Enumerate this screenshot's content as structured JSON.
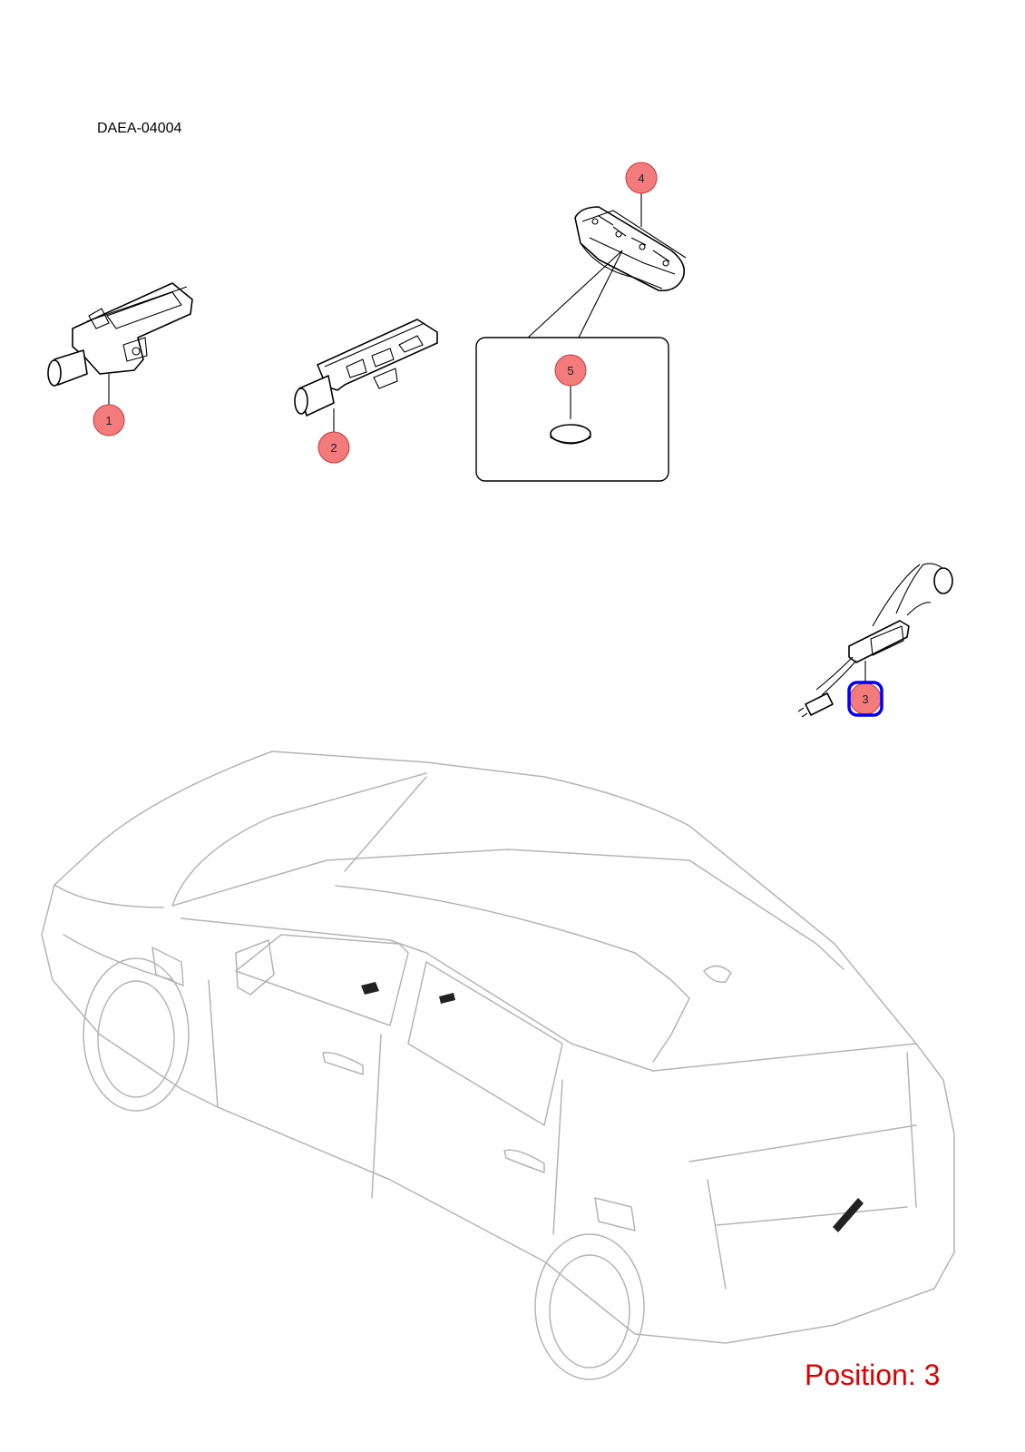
{
  "diagram": {
    "code": "DAEA-04004",
    "position_label": "Position: 3",
    "selected_callout": "3",
    "callouts": [
      "1",
      "2",
      "3",
      "4",
      "5"
    ],
    "colors": {
      "callout_fill": "#f47b7b",
      "callout_stroke": "#c83a3a",
      "highlight": "#0000ff",
      "position_text": "#e00000",
      "car_outline": "#b4b4b4"
    }
  }
}
